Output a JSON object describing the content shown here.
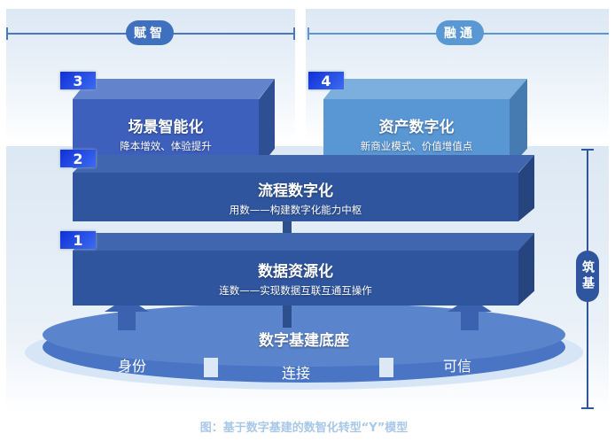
{
  "top": {
    "left_label": "赋智",
    "right_label": "融通"
  },
  "blocks": [
    {
      "num": "1",
      "title": "数据资源化",
      "subtitle": "连数——实现数据互联互通互操作"
    },
    {
      "num": "2",
      "title": "流程数字化",
      "subtitle": "用数——构建数字化能力中枢"
    },
    {
      "num": "3",
      "title": "场景智能化",
      "subtitle": "降本增效、体验提升"
    },
    {
      "num": "4",
      "title": "资产数字化",
      "subtitle": "新商业模式、价值增值点"
    }
  ],
  "base": {
    "title": "数字基建底座",
    "pillars": [
      "身份",
      "连接",
      "可信"
    ]
  },
  "side_label": "筑基",
  "caption": "图：基于数字基建的数智化转型“Y”模型",
  "colors": {
    "dark": "#2f559e",
    "mid": "#3d63bf",
    "light": "#5b9ad6",
    "caption": "#a8c8e8"
  }
}
